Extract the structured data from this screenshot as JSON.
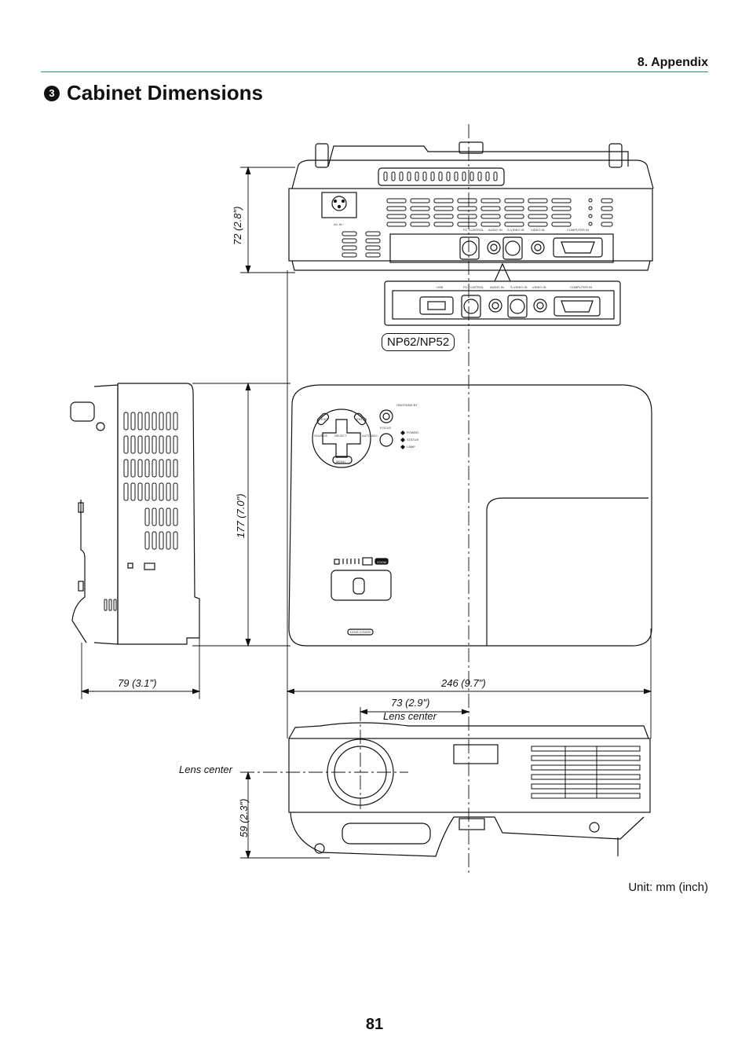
{
  "header": {
    "section": "8. Appendix"
  },
  "heading": {
    "number": "3",
    "title": "Cabinet Dimensions"
  },
  "figure": {
    "model_label": "NP62/NP52",
    "dim_height_rear": "72 (2.8\")",
    "dim_depth_top": "177 (7.0\")",
    "dim_height_side": "79 (3.1\")",
    "dim_width": "246 (9.7\")",
    "dim_lens_offset": "73 (2.9\")",
    "lens_center_top": "Lens center",
    "lens_center_left": "Lens center",
    "dim_lens_height": "59 (2.3\")",
    "rear_panel_labels": [
      "AC IN ~",
      "PC CONTROL",
      "AUDIO IN",
      "S-VIDEO IN",
      "VIDEO IN",
      "COMPUTER IN"
    ],
    "inset_panel_labels": [
      "USB",
      "PC CONTROL",
      "AUDIO IN",
      "S-VIDEO IN",
      "VIDEO IN",
      "COMPUTER IN"
    ],
    "top_panel_labels": [
      "ON/STAND BY",
      "FOCUS",
      "POWER",
      "STATUS",
      "LAMP",
      "MENU",
      "SELECT",
      "AUTO ADJ.",
      "SOURCE",
      "EXIT",
      "ENTER"
    ],
    "lens_slide_label": "ZOOM",
    "front_label": "LENS COVER"
  },
  "footer": {
    "unit": "Unit: mm (inch)",
    "page": "81"
  }
}
